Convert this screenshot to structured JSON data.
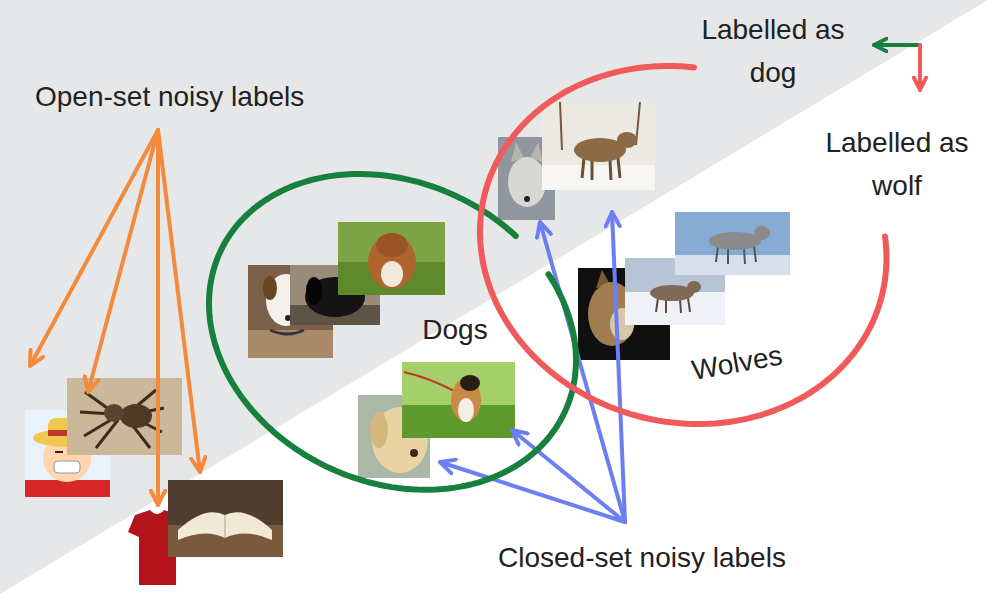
{
  "diagram": {
    "nodes": [
      {
        "text": [
          "Dogs"
        ]
      },
      {
        "text": [
          "Wolves"
        ]
      }
    ],
    "labels": [
      "Open-set noisy labels",
      "Closed-set noisy labels"
    ],
    "legend": [
      {
        "text": "Labelled as dog"
      },
      {
        "text": "Labelled as wolf"
      }
    ]
  }
}
